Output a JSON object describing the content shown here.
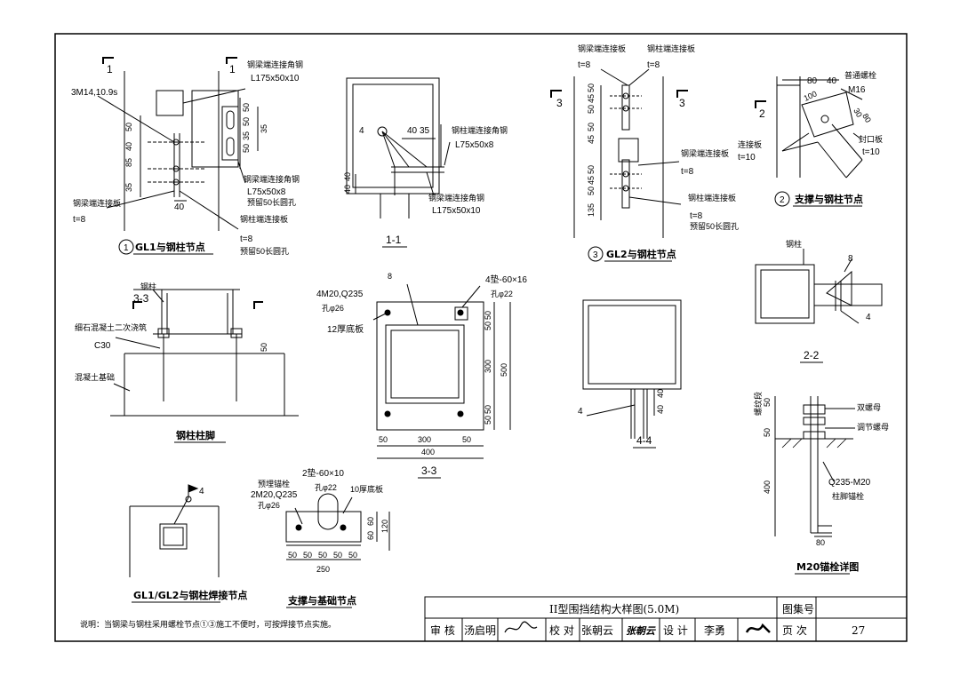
{
  "sheet_title": "II型围挡结构大样图(5.0M)",
  "atlas_label": "图集号",
  "page_label": "页 次",
  "page_number": "27",
  "review_label": "审 核",
  "reviewer": "汤启明",
  "check_label": "校 对",
  "checker": "张朝云",
  "checker_sign": "张朝云",
  "design_label": "设 计",
  "designer": "李勇",
  "note": "说明：当钢梁与钢柱采用螺栓节点①③施工不便时，可按焊接节点实施。",
  "detail1": {
    "title": "GL1与钢柱节点",
    "num": "1",
    "bolts": "3M14,10.9s",
    "angle_top": "钢梁端连接角钢",
    "angle_top_size": "L175x50x10",
    "angle_bot": "钢梁端连接角钢",
    "angle_bot_size": "L75x50x8",
    "hole": "预留50长圆孔",
    "plate_left": "钢梁端连接板",
    "plate_left_t": "t=8",
    "plate_right": "钢柱端连接板",
    "plate_right_t": "t=8",
    "hole2": "预留50长圆孔",
    "dims": [
      "50",
      "40",
      "85",
      "35",
      "50",
      "50",
      "35",
      "50",
      "35",
      "40",
      "35"
    ],
    "dim40": "40"
  },
  "section11": {
    "title": "1-1",
    "angle": "钢柱端连接角钢",
    "angle_size": "L75x50x8",
    "angle2": "钢梁端连接角钢",
    "angle2_size": "L175x50x10",
    "weld": "4",
    "d1": "40",
    "d2": "35",
    "d3": "40",
    "d4": "40"
  },
  "detail3": {
    "title": "GL2与钢柱节点",
    "num": "3",
    "plate_tl": "钢梁端连接板",
    "plate_tl_t": "t=8",
    "plate_tr": "钢柱端连接板",
    "plate_tr_t": "t=8",
    "angle": "钢梁端连接板",
    "angle_t": "t=8",
    "plate_br": "钢柱端连接板",
    "plate_br_t": "t=8",
    "hole": "预留50长圆孔",
    "dims_top": [
      "50",
      "45",
      "50",
      "50",
      "45"
    ],
    "dims_bot": [
      "50",
      "45",
      "50",
      "135"
    ]
  },
  "detail2": {
    "title": "支撑与钢柱节点",
    "num": "2",
    "bolt": "普通螺栓",
    "bolt_size": "M16",
    "plate": "连接板",
    "plate_t": "t=10",
    "cap": "封口板",
    "cap_t": "t=10",
    "d80": "80",
    "d40": "40",
    "d100": "100",
    "d30": "30",
    "d80b": "80"
  },
  "section22": {
    "title": "2-2",
    "column": "钢柱",
    "weld1": "8",
    "weld2": "4"
  },
  "footing": {
    "title": "钢柱柱脚",
    "column": "钢柱",
    "grout": "细石混凝土二次浇筑",
    "grout_grade": "C30",
    "found": "混凝土基础",
    "d50": "50"
  },
  "section33": {
    "title": "3-3",
    "bolts": "4M20,Q235",
    "hole": "孔φ26",
    "washer": "4垫-60×16",
    "hole2": "孔φ22",
    "base": "12厚底板",
    "weld": "8",
    "d_v": [
      "50",
      "50",
      "300",
      "50",
      "50"
    ],
    "d500": "500",
    "d_h": [
      "50",
      "300",
      "50"
    ],
    "d400": "400"
  },
  "section44": {
    "title": "4-4",
    "weld": "4",
    "d1": "40",
    "d2": "40"
  },
  "weld_detail": {
    "title": "GL1/GL2与钢柱焊接节点",
    "weld": "4"
  },
  "brace_found": {
    "title": "支撑与基础节点",
    "anchor": "预埋锚栓",
    "bolts": "2M20,Q235",
    "hole": "孔φ26",
    "washer": "2垫-60×10",
    "hole2": "孔φ22",
    "base": "10厚底板",
    "dims": [
      "50",
      "50",
      "50",
      "50",
      "50"
    ],
    "d250": "250",
    "d60a": "60",
    "d60b": "60",
    "d120": "120"
  },
  "anchor": {
    "title": "M20锚栓详图",
    "nut1": "双螺母",
    "nut2": "调节螺母",
    "thread": "螺纹段",
    "spec": "Q235-M20",
    "name": "柱脚锚栓",
    "d50a": "50",
    "d50b": "50",
    "d400": "400",
    "d80": "80"
  }
}
